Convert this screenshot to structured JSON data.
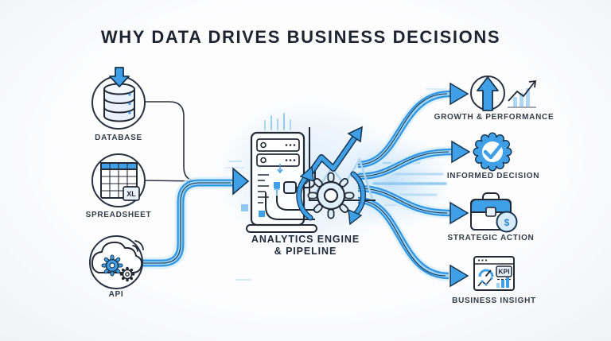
{
  "title": "WHY DATA DRIVES BUSINESS DECISIONS",
  "sources": [
    {
      "label": "DATABASE"
    },
    {
      "label": "SPREADSHEET",
      "badge": "XL"
    },
    {
      "label": "API"
    }
  ],
  "engine": {
    "label_line1": "ANALYTICS ENGINE",
    "label_line2": "& PIPELINE"
  },
  "outcomes": [
    {
      "label": "GROWTH & PERFORMANCE"
    },
    {
      "label": "INFORMED DECISION"
    },
    {
      "label": "STRATEGIC ACTION",
      "coin_symbol": "$"
    },
    {
      "label": "BUSINESS INSIGHT",
      "kpi_label": "KPI"
    }
  ],
  "colors": {
    "accent_blue": "#3fa0e7",
    "mid_blue": "#2f96e3",
    "light_blue": "#cfe7f9",
    "pale_blue": "#e9f3fb",
    "outline_dark": "#232a36",
    "background": "#f7f9fb"
  }
}
